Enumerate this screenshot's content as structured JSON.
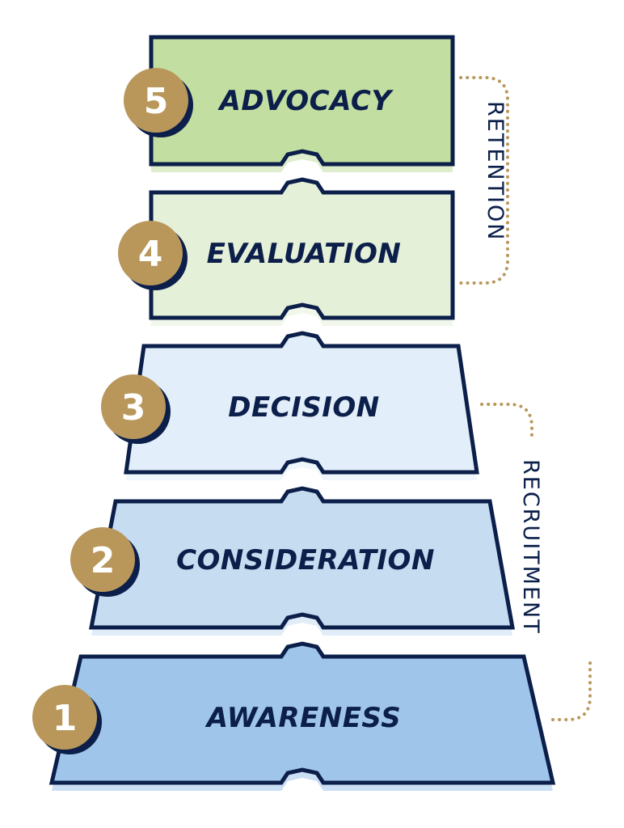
{
  "stages": [
    {
      "number": "5",
      "label": "ADVOCACY",
      "color": "#c2dea0"
    },
    {
      "number": "4",
      "label": "EVALUATION",
      "color": "#e5f0d9"
    },
    {
      "number": "3",
      "label": "DECISION",
      "color": "#e2eef9"
    },
    {
      "number": "2",
      "label": "CONSIDERATION",
      "color": "#c6dcf1"
    },
    {
      "number": "1",
      "label": "AWARENESS",
      "color": "#9fc5ea"
    }
  ],
  "groups": {
    "retention": "RETENTION",
    "recruitment": "RECRUITMENT"
  },
  "colors": {
    "outline": "#0b1f4a",
    "badge": "#b9975b",
    "dots": "#b9975b"
  }
}
